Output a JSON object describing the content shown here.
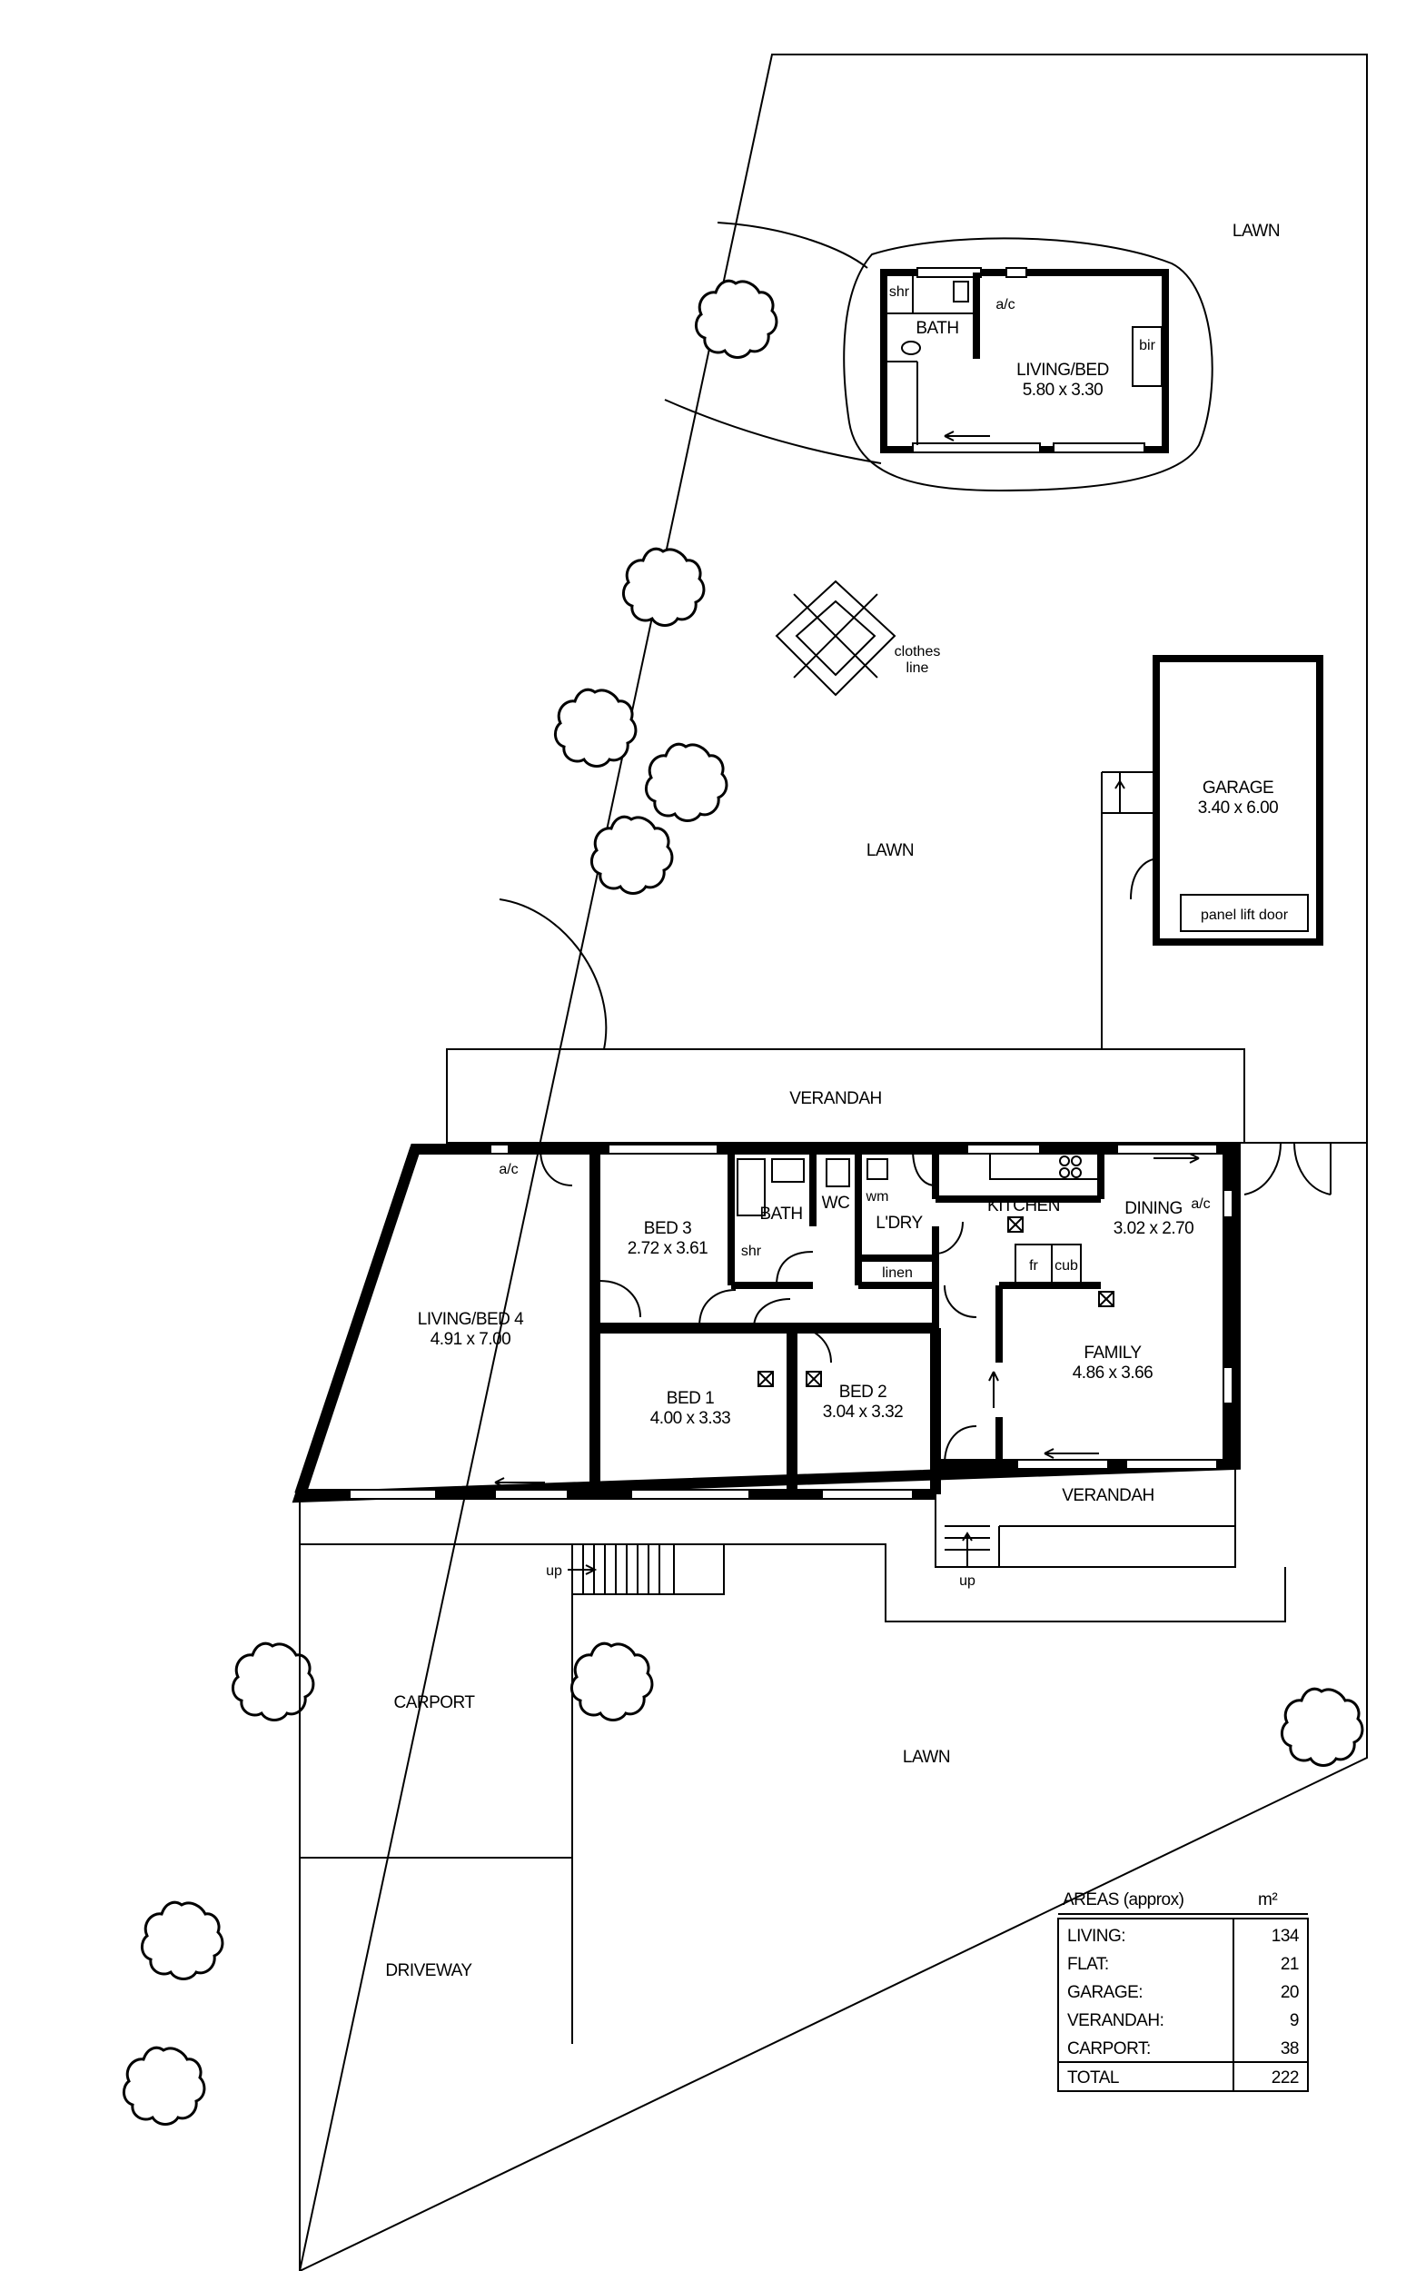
{
  "site": {
    "lawn_labels": [
      "LAWN",
      "LAWN",
      "LAWN"
    ],
    "carport": "CARPORT",
    "driveway": "DRIVEWAY",
    "clothes_line": [
      "clothes",
      "line"
    ],
    "up_labels": [
      "up",
      "up"
    ]
  },
  "flat": {
    "shr": "shr",
    "bath": "BATH",
    "ac": "a/c",
    "bir": "bir",
    "name": "LIVING/BED",
    "size": "5.80 x 3.30"
  },
  "garage": {
    "name": "GARAGE",
    "size": "3.40 x 6.00",
    "door": "panel lift door"
  },
  "house": {
    "verandah_top": "VERANDAH",
    "verandah_bottom": "VERANDAH",
    "ac_left": "a/c",
    "ac_right": "a/c",
    "living_bed4": {
      "name": "LIVING/BED 4",
      "size": "4.91 x 7.00"
    },
    "bed3": {
      "name": "BED 3",
      "size": "2.72 x 3.61"
    },
    "bath": "BATH",
    "shr": "shr",
    "wc": "WC",
    "wm": "wm",
    "ldry": "L'DRY",
    "linen": "linen",
    "kitchen": "KITCHEN",
    "fr": "fr",
    "cub": "cub",
    "dining": {
      "name": "DINING",
      "size": "3.02 x 2.70"
    },
    "family": {
      "name": "FAMILY",
      "size": "4.86 x 3.66"
    },
    "bed1": {
      "name": "BED 1",
      "size": "4.00 x 3.33"
    },
    "bed2": {
      "name": "BED 2",
      "size": "3.04 x 3.32"
    }
  },
  "areas": {
    "title": "AREAS (approx)",
    "unit": "m²",
    "rows": [
      {
        "label": "LIVING:",
        "value": "134"
      },
      {
        "label": "FLAT:",
        "value": "21"
      },
      {
        "label": "GARAGE:",
        "value": "20"
      },
      {
        "label": "VERANDAH:",
        "value": "9"
      },
      {
        "label": "CARPORT:",
        "value": "38"
      }
    ],
    "total_label": "TOTAL",
    "total_value": "222"
  }
}
